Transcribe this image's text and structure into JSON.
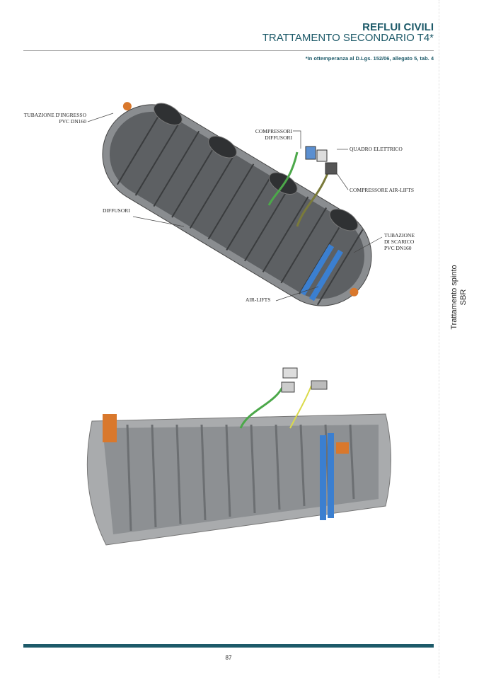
{
  "header": {
    "title": "REFLUI CIVILI",
    "subtitle": "TRATTAMENTO SECONDARIO T4*",
    "note": "*In ottemperanza al D.Lgs. 152/06, allegato 5, tab. 4"
  },
  "side_tab": {
    "line1": "Trattamento spinto",
    "line2": "SBR"
  },
  "diagram_labels": {
    "inlet_1": "TUBAZIONE D'INGRESSO",
    "inlet_2": "PVC DN160",
    "compressors_1": "COMPRESSORI",
    "compressors_2": "DIFFUSORI",
    "panel": "QUADRO ELETTRICO",
    "airlift_compressor": "COMPRESSORE AIR-LIFTS",
    "diffusers": "DIFFUSORI",
    "outlet_1": "TUBAZIONE",
    "outlet_2": "DI SCARICO",
    "outlet_3": "PVC DN160",
    "airlifts": "AIR-LIFTS"
  },
  "colors": {
    "brand": "#1d5a69",
    "tank": "#8a8d90",
    "pipe_green": "#4ca84a",
    "airlift_blue": "#3b7fd0",
    "fitting_orange": "#d9782c"
  },
  "footer": {
    "page_number": "87"
  }
}
